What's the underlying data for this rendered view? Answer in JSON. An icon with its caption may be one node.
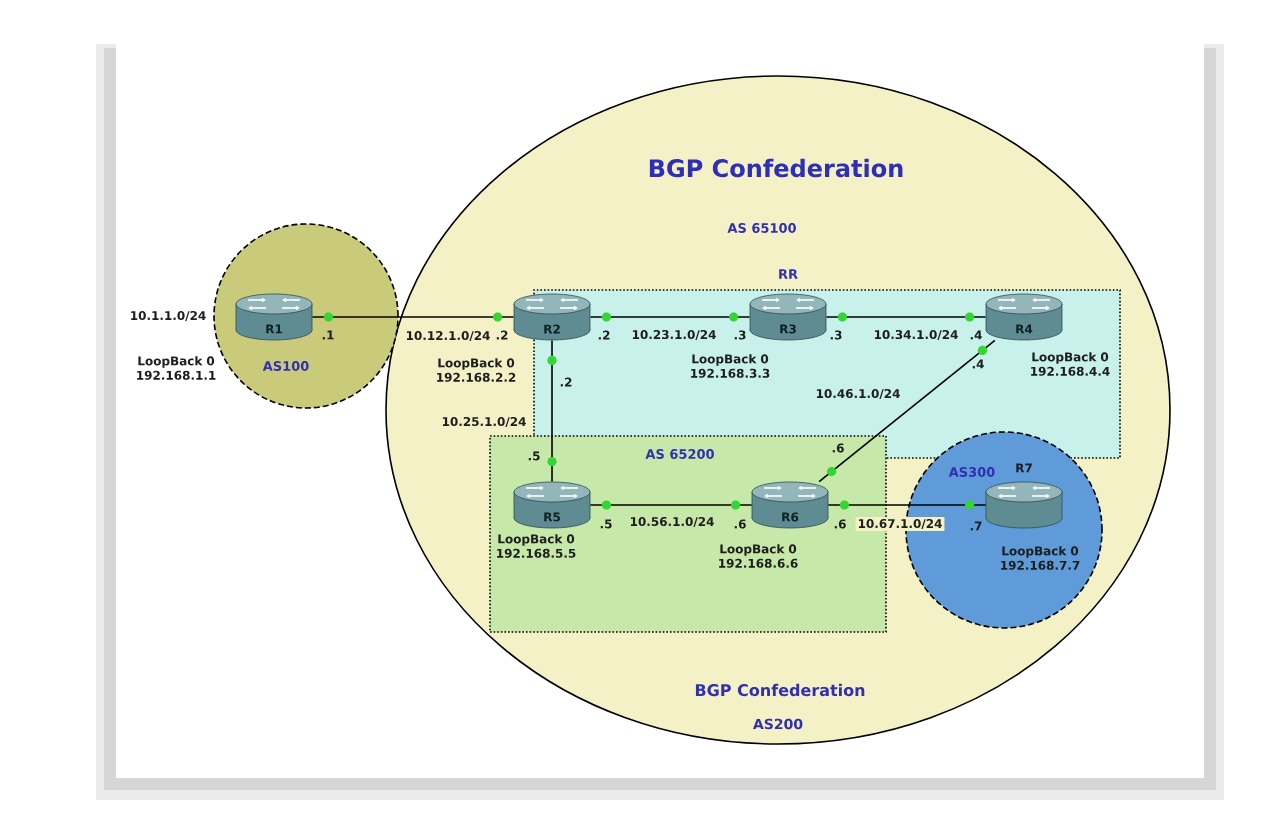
{
  "diagram": {
    "title": "BGP Confederation",
    "nodes": [
      {
        "text": [
          "AS100"
        ]
      },
      {
        "text": [
          "R1"
        ],
        "in": 0,
        "beside": [
          "LoopBack 0 192.168.1.1"
        ]
      },
      {
        "text": [
          "BGP Confederation",
          "AS200"
        ]
      },
      {
        "text": [
          "AS 65100"
        ],
        "in": 2
      },
      {
        "text": [
          "R2"
        ],
        "in": 2,
        "beside": [
          "LoopBack 0 192.168.2.2"
        ]
      },
      {
        "text": [
          "R3"
        ],
        "in": 3,
        "beside": [
          "RR",
          "LoopBack 0 192.168.3.3"
        ]
      },
      {
        "text": [
          "R4"
        ],
        "in": 3,
        "beside": [
          "LoopBack 0 192.168.4.4"
        ]
      },
      {
        "text": [
          "AS 65200"
        ],
        "in": 2
      },
      {
        "text": [
          "R5"
        ],
        "in": 7,
        "beside": [
          "LoopBack 0 192.168.5.5"
        ]
      },
      {
        "text": [
          "R6"
        ],
        "in": 7,
        "beside": [
          "LoopBack 0 192.168.6.6"
        ]
      },
      {
        "text": [
          "AS300"
        ],
        "in": 2
      },
      {
        "text": [
          "R7"
        ],
        "in": 10,
        "beside": [
          "LoopBack 0 192.168.7.7"
        ]
      }
    ],
    "edges": [
      {
        "from": 1,
        "to": 4,
        "arrow": "none",
        "label": "10.12.1.0/24"
      },
      {
        "from": 4,
        "to": 5,
        "arrow": "none",
        "label": "10.23.1.0/24"
      },
      {
        "from": 5,
        "to": 6,
        "arrow": "none",
        "label": "10.34.1.0/24"
      },
      {
        "from": 4,
        "to": 8,
        "arrow": "none",
        "label": "10.25.1.0/24"
      },
      {
        "from": 6,
        "to": 9,
        "arrow": "none",
        "label": "10.46.1.0/24"
      },
      {
        "from": 8,
        "to": 9,
        "arrow": "none",
        "label": "10.56.1.0/24"
      },
      {
        "from": 9,
        "to": 11,
        "arrow": "none",
        "label": "10.67.1.0/24"
      }
    ],
    "labels": [
      "10.1.1.0/24",
      ".1",
      ".2",
      ".2",
      ".3",
      ".3",
      ".4",
      ".4",
      ".2",
      ".6",
      ".5",
      ".5",
      ".6",
      ".6",
      ".7"
    ]
  }
}
